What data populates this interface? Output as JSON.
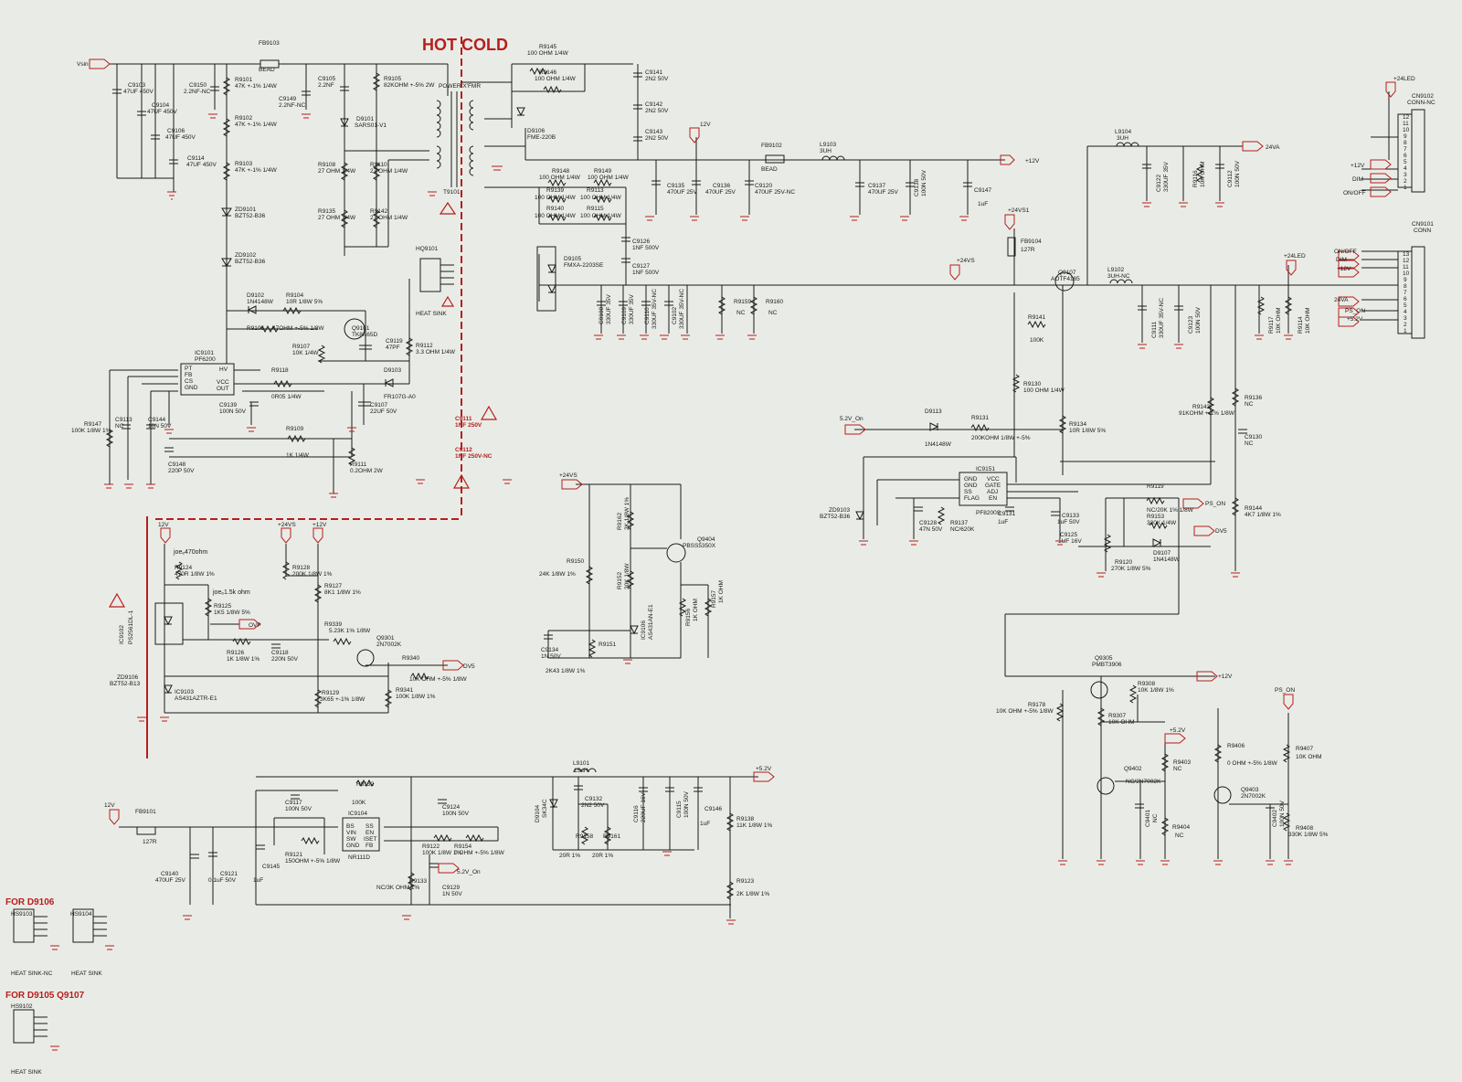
{
  "banner": {
    "hot_cold": "HOT COLD"
  },
  "notes": {
    "for_d9106": "FOR D9106",
    "for_d9105_q9107": "FOR D9105 Q9107",
    "joe_470": "joeₑ470ohm",
    "joe_15k": "joeₑ1.5k ohm"
  },
  "nets": {
    "vsin": "Vsin",
    "v12": "12V",
    "p12": "+12V",
    "p24vs": "+24VS",
    "p24vs1": "+24VS1",
    "p24led": "+24LED",
    "v24va": "24VA",
    "p52": "+5.2V",
    "v52on": "5.2V_On",
    "v52on2": "5.2V_On",
    "ps_on": "PS_ON",
    "dv5": "DV5",
    "ovp": "OVP",
    "onoff": "ON/OFF",
    "dim": "DIM",
    "ps_on2": "PS_ON"
  },
  "ics": {
    "ic9101": {
      "ref": "IC9101",
      "part": "PF6200",
      "pins_left": [
        "PT",
        "FB",
        "CS",
        "GND"
      ],
      "pins_right": [
        "HV",
        "VCC",
        "OUT"
      ]
    },
    "ic9151": {
      "ref": "IC9151",
      "part": "PF8200S",
      "pins_left": [
        "GND",
        "GND",
        "SS",
        "FLAG"
      ],
      "pins_right": [
        "VCC",
        "GATE",
        "ADJ",
        "EN"
      ]
    },
    "ic9104": {
      "ref": "IC9104",
      "part": "NR111D",
      "pins_left": [
        "BS",
        "VIN",
        "SW",
        "GND"
      ],
      "pins_right": [
        "SS",
        "EN",
        "ISET",
        "FB"
      ]
    },
    "ic9102": {
      "ref": "IC9102",
      "part": "PS2561DL-1"
    },
    "ic9103": {
      "ref": "IC9103",
      "part": "AS431AZTR-E1"
    },
    "ic9106": {
      "ref": "IC9106",
      "part": "AS431AN-E1"
    }
  },
  "labels": [
    "FB9103",
    "BEAD",
    "C9103",
    "47UF 450V",
    "C9104",
    "47UF 450V",
    "C9106",
    "47UF 450V",
    "C9114",
    "47UF 450V",
    "C9150",
    "2.2NF-NC",
    "R9101",
    "47K +-1% 1/4W",
    "R9102",
    "47K +-1% 1/4W",
    "R9103",
    "47K +-1% 1/4W",
    "ZD9101",
    "BZT52-B36",
    "ZD9102",
    "BZT52-B36",
    "C9105",
    "2.2NF",
    "C9149",
    "2.2NF-NC",
    "R9105",
    "82KOHM +-5% 2W",
    "D9101",
    "SARS01-V1",
    "POWER X'FMR",
    "T9101",
    "R9108",
    "27 OHM 1/4W",
    "R9110",
    "27 OHM 1/4W",
    "R9135",
    "27 OHM 1/4W",
    "R9142",
    "27 OHM 1/4W",
    "HQ9101",
    "HEAT SINK",
    "D9102",
    "1N4148W",
    "R9104",
    "10R 1/8W 5%",
    "R9106",
    "47OHM +-5% 1/8W",
    "Q9101",
    "TK8A65D",
    "R9107",
    "10K 1/4W",
    "C9119",
    "47PF",
    "R9112",
    "3.3 OHM 1/4W",
    "D9103",
    "FR107G-A0",
    "R9118",
    "0R05 1/4W",
    "C9139",
    "100N 50V",
    "C9107",
    "22UF 50V",
    "R9147",
    "100K 1/8W 1%",
    "C9113",
    "NC",
    "C9144",
    "10N 50V",
    "C9148",
    "220P 50V",
    "R9109",
    "1K 1/4W",
    "R9111",
    "0.2OHM 2W",
    "C9111",
    "1NF 250V",
    "C9112",
    "1NF 250V-NC",
    "R9145",
    "100 OHM 1/4W",
    "R9146",
    "100 OHM 1/4W",
    "D9106",
    "FME-220B",
    "C9141",
    "2N2 50V",
    "C9142",
    "2N2 50V",
    "C9143",
    "2N2 50V",
    "R9148",
    "100 OHM 1/4W",
    "R9149",
    "100 OHM 1/4W",
    "R9139",
    "100 OHM 1/4W",
    "R9113",
    "100 OHM 1/4W",
    "R9140",
    "100 OHM 1/4W",
    "R9115",
    "100 OHM 1/4W",
    "D9105",
    "FMXA-2203SE",
    "C9126",
    "1NF 500V",
    "C9127",
    "1NF 500V",
    "C9135",
    "470UF 25V",
    "C9136",
    "470UF 25V",
    "C9120",
    "470UF 25V-NC",
    "FB9102",
    "BEAD",
    "L9103",
    "3UH",
    "C9137",
    "470UF 25V",
    "C9138",
    "100N 50V",
    "C9147",
    "1uF",
    "C9108",
    "330UF 35V",
    "C9109",
    "330UF 35V",
    "C9110",
    "330UF 35V-NC",
    "C9102",
    "330UF 35V-NC",
    "R9159",
    "NC",
    "R9160",
    "NC",
    "FB9104",
    "127R",
    "Q9107",
    "AOTF4185",
    "L9104",
    "3UH",
    "C9122",
    "330UF 35V",
    "R9116",
    "10K OHM",
    "C9112",
    "100N 50V",
    "L9102",
    "3UH-NC",
    "C9111",
    "330UF 35V-NC",
    "C9123",
    "100N 50V",
    "R9117",
    "10K OHM",
    "R9114",
    "10K OHM",
    "CN9102",
    "CONN-NC",
    "CN9101",
    "CONN",
    "R9141",
    "100K",
    "R9130",
    "100 OHM 1/4W",
    "D9113",
    "1N4148W",
    "R9131",
    "200KOHM 1/8W +-5%",
    "R9134",
    "10R 1/8W 5%",
    "ZD9103",
    "BZT52-B36",
    "C9128",
    "47N 50V",
    "R9137",
    "NC/620K",
    "C9131",
    "1uF",
    "C9133",
    "1uF 50V",
    "C9125",
    "1UF 16V",
    "R9143",
    "91KOHM +-1% 1/8W",
    "R9136",
    "NC",
    "C9130",
    "NC",
    "R9144",
    "4K7 1/8W 1%",
    "R9119",
    "NC/20K 1% 1/8W",
    "R9153",
    "330K 1/4W",
    "D9107",
    "1N4148W",
    "R9120",
    "270K 1/8W 5%",
    "R9124",
    "470R 1/8W 1%",
    "R9128",
    "200K 1/8W 1%",
    "R9127",
    "8K1 1/8W 1%",
    "R9125",
    "1K5 1/8W 5%",
    "R9126",
    "1K 1/8W 1%",
    "C9118",
    "220N 50V",
    "R9339",
    "5.23K 1% 1/8W",
    "Q9301",
    "2N7002K",
    "R9340",
    "10K OHM +-5% 1/8W",
    "ZD9106",
    "BZT52-B13",
    "R9129",
    "3K65 +-1% 1/8W",
    "R9341",
    "100K 1/8W 1%",
    "R9150",
    "24K 1/8W 1%",
    "R9162",
    "2K 1/8W 1%",
    "R9152",
    "20K 1/8W",
    "Q9404",
    "PBSS5350X",
    "R9156",
    "1K OHM",
    "R9157",
    "1K OHM",
    "C9134",
    "1N 50V",
    "R9151",
    "2K43 1/8W 1%",
    "R9178",
    "10K OHM +-5% 1/8W",
    "Q9305",
    "PMBT3906",
    "R9308",
    "10K 1/8W 1%",
    "R9307",
    "10K OHM",
    "R9403",
    "NC",
    "Q9402",
    "NC/2N7002K",
    "R9406",
    "0 OHM +-5% 1/8W",
    "Q9403",
    "2N7002K",
    "C9401",
    "NC",
    "R9404",
    "NC",
    "C9402",
    "100N 50V",
    "R9407",
    "10K OHM",
    "R9408",
    "330K 1/8W 5%",
    "FB9101",
    "127R",
    "C9140",
    "470UF 25V",
    "C9121",
    "0.1uF 50V",
    "C9145",
    "1uF",
    "C9117",
    "100N 50V",
    "R9121",
    "150OHM +-5% 1/8W",
    "R9132",
    "100K",
    "C9124",
    "100N 50V",
    "R9122",
    "100K 1/8W 1%",
    "R9154",
    "0 OHM +-5% 1/8W",
    "R9133",
    "NC/3K OHM 1%",
    "C9129",
    "1N 50V",
    "L9101",
    "15uH",
    "D9104",
    "SK34C",
    "C9132",
    "2N2 50V",
    "C9116",
    "220UF 16V",
    "C9115",
    "100N 50V",
    "C9146",
    "1uF",
    "R9158",
    "20R 1%",
    "R9161",
    "20R 1%",
    "R9138",
    "11K 1/8W 1%",
    "R9123",
    "2K 1/8W 1%",
    "HS9103",
    "HEAT SINK-NC",
    "HS9104",
    "HEAT SINK",
    "HS9102",
    "HEAT SINK"
  ],
  "connector_cn9102": {
    "pins": [
      "12",
      "11",
      "10",
      "9",
      "8",
      "7",
      "6",
      "5",
      "4",
      "3",
      "2",
      "1"
    ],
    "signals": [
      "+12V",
      "DIM",
      "ON/OFF"
    ],
    "net": "+24LED"
  },
  "connector_cn9101": {
    "pins": [
      "13",
      "12",
      "11",
      "10",
      "9",
      "8",
      "7",
      "6",
      "5",
      "4",
      "3",
      "2",
      "1"
    ],
    "signals": [
      "ON/OFF",
      "DIM",
      "+12V",
      "24VA",
      "PS_ON",
      "+5.2V"
    ]
  }
}
